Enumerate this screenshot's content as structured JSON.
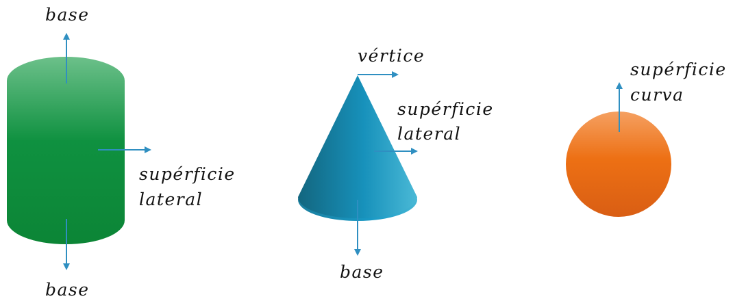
{
  "colors": {
    "arrow": "#2f8fc1",
    "cylinder": "#0f8c3c",
    "cone": "#1a8fb6",
    "sphere": "#ec7016",
    "text": "#111111"
  },
  "shapes": {
    "cylinder": {
      "icon": "cylinder-icon",
      "labels": {
        "top_base": "base",
        "lateral_line1": "supérficie",
        "lateral_line2": "lateral",
        "bottom_base": "base"
      }
    },
    "cone": {
      "icon": "cone-icon",
      "labels": {
        "vertex": "vértice",
        "lateral_line1": "supérficie",
        "lateral_line2": "lateral",
        "base": "base"
      }
    },
    "sphere": {
      "icon": "sphere-icon",
      "labels": {
        "surface_line1": "supérficie",
        "surface_line2": "curva"
      }
    }
  }
}
